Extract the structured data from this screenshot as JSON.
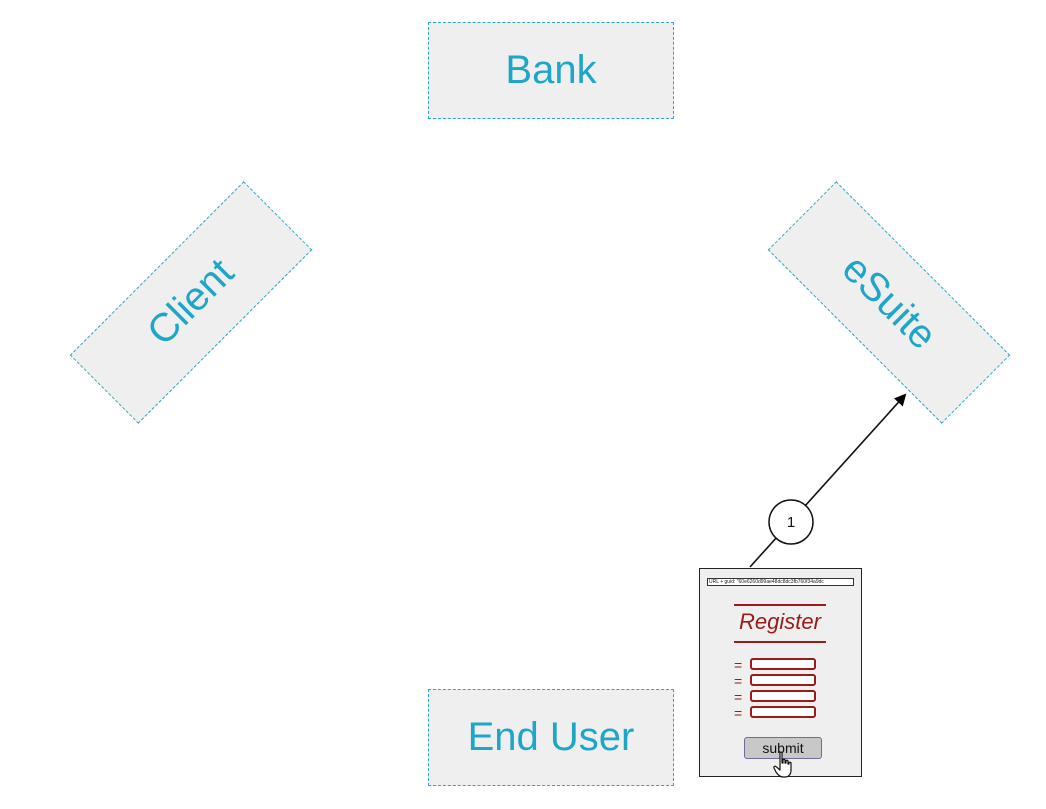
{
  "nodes": {
    "bank": "Bank",
    "client": "Client",
    "esuite": "eSuite",
    "end_user": "End User"
  },
  "steps": [
    {
      "number": "1"
    }
  ],
  "form": {
    "url_text": "URL + guid: \"60e6260d99ae48dc8dc3fb760f34a9dc",
    "title": "Register",
    "field_marker": "=",
    "submit_label": "submit"
  },
  "colors": {
    "node_text": "#1ea6c8",
    "node_border": "#2aa7c6",
    "node_fill": "#efefef",
    "form_accent": "#9b1b1b"
  },
  "icons": {
    "cursor": "hand-pointer-icon"
  }
}
